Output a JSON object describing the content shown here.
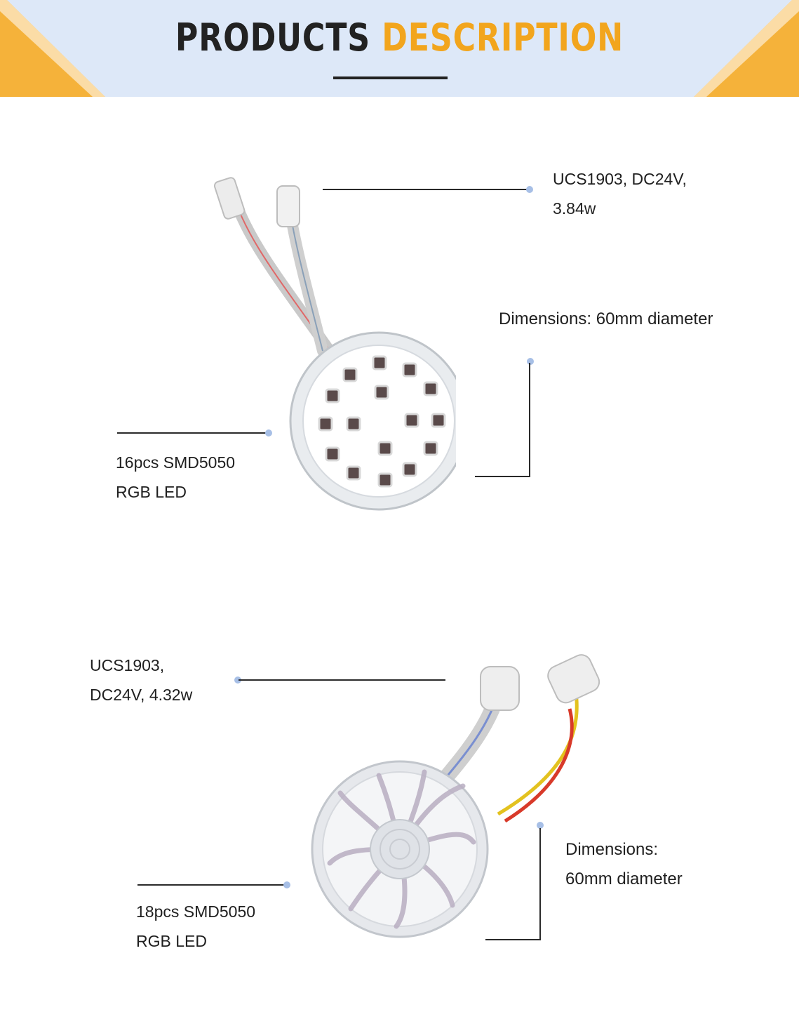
{
  "header": {
    "title_word1": "PRODUCTS",
    "title_word2": "DESCRIPTION",
    "colors": {
      "background": "#dde8f8",
      "accent": "#f2a51d",
      "dark": "#222222"
    }
  },
  "product1": {
    "spec_line1": "UCS1903, DC24V,",
    "spec_line2": "3.84w",
    "dimensions": "Dimensions: 60mm diameter",
    "led_line1": "16pcs SMD5050",
    "led_line2": "RGB LED"
  },
  "product2": {
    "spec_line1": "UCS1903,",
    "spec_line2": "DC24V, 4.32w",
    "dimensions_line1": "Dimensions:",
    "dimensions_line2": "60mm diameter",
    "led_line1": "18pcs SMD5050",
    "led_line2": "RGB LED"
  }
}
